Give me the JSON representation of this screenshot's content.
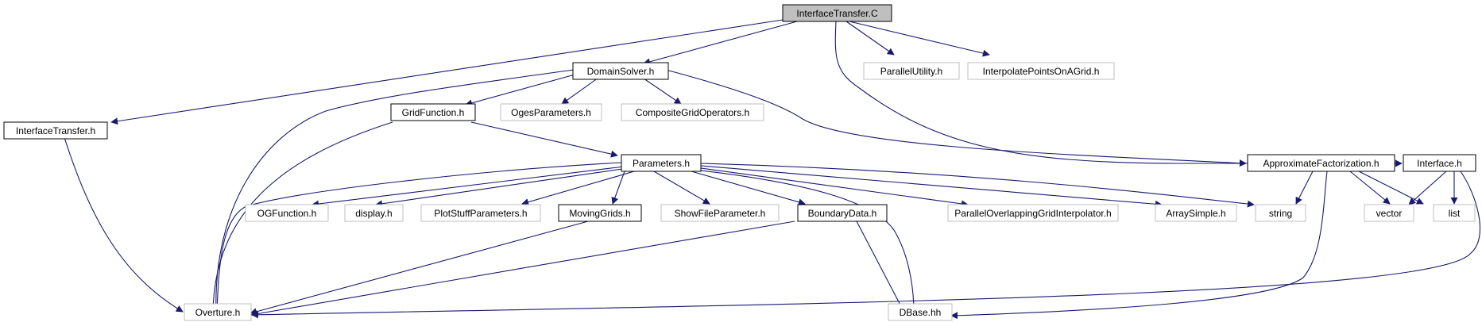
{
  "colors": {
    "edge": "#191970",
    "root_fill": "#bfbfbf",
    "root_border": "#000000",
    "documented_border": "#000000",
    "undocumented_border": "#bfbfbf",
    "text": "#000000"
  },
  "nodes": {
    "interface_transfer_c": {
      "label": "InterfaceTransfer.C",
      "kind": "root"
    },
    "domain_solver_h": {
      "label": "DomainSolver.h",
      "kind": "documented"
    },
    "parallel_utility_h": {
      "label": "ParallelUtility.h",
      "kind": "undocumented"
    },
    "interpolate_points_h": {
      "label": "InterpolatePointsOnAGrid.h",
      "kind": "undocumented"
    },
    "interface_transfer_h": {
      "label": "InterfaceTransfer.h",
      "kind": "documented"
    },
    "grid_function_h": {
      "label": "GridFunction.h",
      "kind": "documented"
    },
    "oges_parameters_h": {
      "label": "OgesParameters.h",
      "kind": "undocumented"
    },
    "composite_grid_operators_h": {
      "label": "CompositeGridOperators.h",
      "kind": "undocumented"
    },
    "parameters_h": {
      "label": "Parameters.h",
      "kind": "documented"
    },
    "approximate_factorization_h": {
      "label": "ApproximateFactorization.h",
      "kind": "documented"
    },
    "interface_h": {
      "label": "Interface.h",
      "kind": "documented"
    },
    "ogfunction_h": {
      "label": "OGFunction.h",
      "kind": "undocumented"
    },
    "display_h": {
      "label": "display.h",
      "kind": "undocumented"
    },
    "plot_stuff_parameters_h": {
      "label": "PlotStuffParameters.h",
      "kind": "undocumented"
    },
    "moving_grids_h": {
      "label": "MovingGrids.h",
      "kind": "documented"
    },
    "show_file_parameter_h": {
      "label": "ShowFileParameter.h",
      "kind": "undocumented"
    },
    "boundary_data_h": {
      "label": "BoundaryData.h",
      "kind": "documented"
    },
    "parallel_overlapping_h": {
      "label": "ParallelOverlappingGridInterpolator.h",
      "kind": "undocumented"
    },
    "array_simple_h": {
      "label": "ArraySimple.h",
      "kind": "undocumented"
    },
    "string": {
      "label": "string",
      "kind": "undocumented"
    },
    "vector": {
      "label": "vector",
      "kind": "undocumented"
    },
    "list": {
      "label": "list",
      "kind": "undocumented"
    },
    "overture_h": {
      "label": "Overture.h",
      "kind": "undocumented"
    },
    "dbase_hh": {
      "label": "DBase.hh",
      "kind": "undocumented"
    }
  }
}
